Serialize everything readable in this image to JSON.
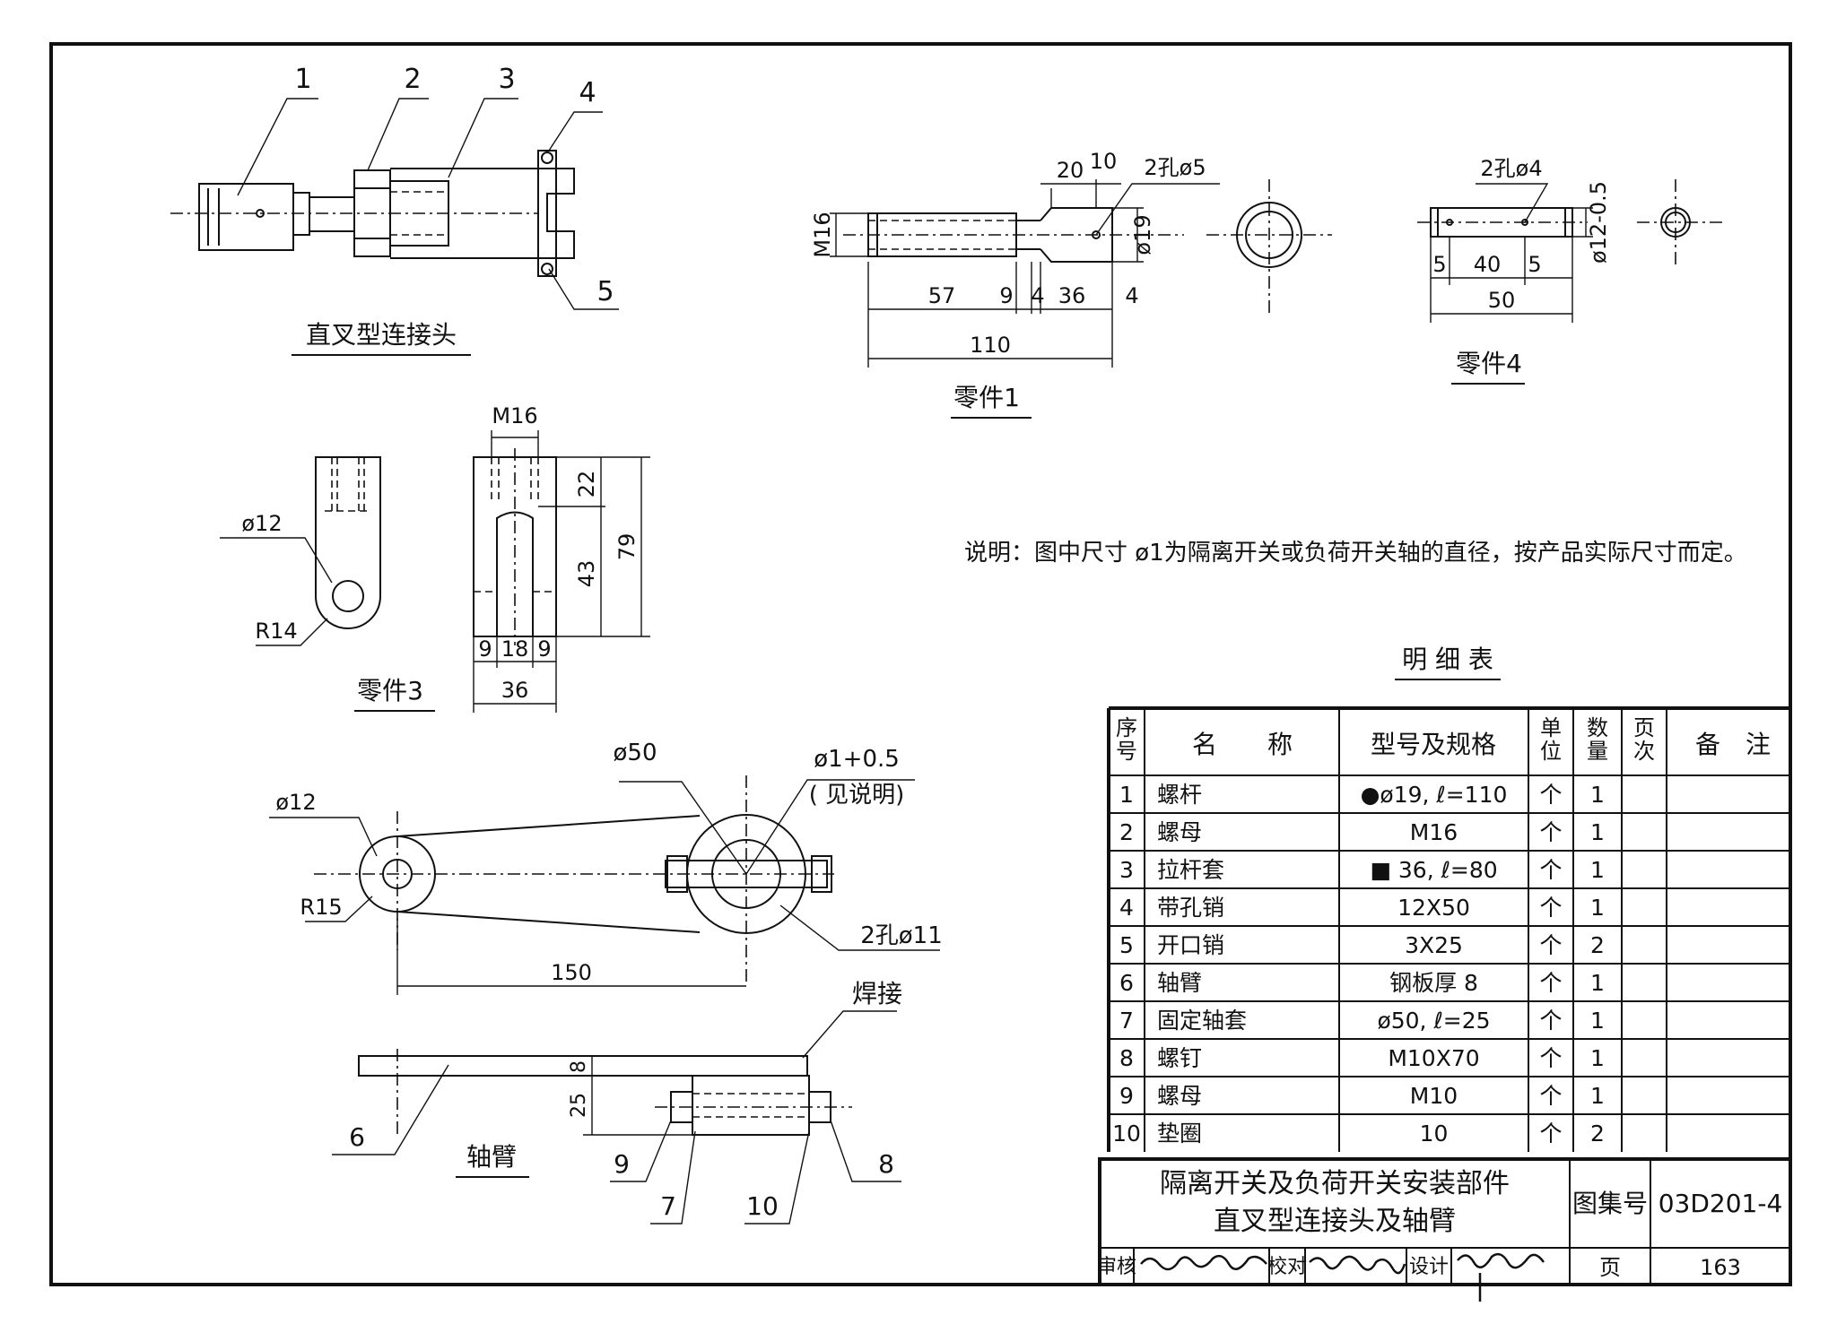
{
  "views": {
    "assembly": {
      "title": "直叉型连接头",
      "callouts": [
        "1",
        "2",
        "3",
        "4",
        "5"
      ]
    },
    "part1": {
      "title": "零件1",
      "thread": "M16",
      "d20": "20",
      "d10": "10",
      "holes": "2孔ø5",
      "dia": "ø19",
      "d57": "57",
      "d9": "9",
      "d4a": "4",
      "d36": "36",
      "d4b": "4",
      "d110": "110"
    },
    "part4": {
      "title": "零件4",
      "holes": "2孔ø4",
      "dia": "ø12-0.5",
      "d5a": "5",
      "d40": "40",
      "d5b": "5",
      "d50": "50"
    },
    "part3": {
      "title": "零件3",
      "thread": "M16",
      "hole": "ø12",
      "radius": "R14",
      "d22": "22",
      "d43": "43",
      "d79": "79",
      "d9a": "9",
      "d18": "18",
      "d9b": "9",
      "d36": "36"
    },
    "arm": {
      "title": "轴臂",
      "hole": "ø12",
      "radius": "R15",
      "collar": "ø50",
      "shaft": "ø1+0.5",
      "shaft_note": "( 见说明)",
      "bolt_holes": "2孔ø11",
      "d150": "150",
      "weld": "焊接",
      "d8": "8",
      "d25": "25",
      "callouts": [
        "6",
        "7",
        "8",
        "9",
        "10"
      ]
    }
  },
  "note": "说明：图中尺寸 ø1为隔离开关或负荷开关轴的直径，按产品实际尺寸而定。",
  "bom": {
    "title": "明 细 表",
    "headers": {
      "no": "序号",
      "name": "名　　称",
      "spec": "型号及规格",
      "unit": "单位",
      "qty": "数量",
      "page": "页次",
      "remark": "备　注"
    },
    "rows": [
      {
        "no": "1",
        "name": "螺杆",
        "spec": "●ø19, ℓ=110",
        "unit": "个",
        "qty": "1"
      },
      {
        "no": "2",
        "name": "螺母",
        "spec": "M16",
        "unit": "个",
        "qty": "1"
      },
      {
        "no": "3",
        "name": "拉杆套",
        "spec": "■ 36, ℓ=80",
        "unit": "个",
        "qty": "1"
      },
      {
        "no": "4",
        "name": "带孔销",
        "spec": "12X50",
        "unit": "个",
        "qty": "1"
      },
      {
        "no": "5",
        "name": "开口销",
        "spec": "3X25",
        "unit": "个",
        "qty": "2"
      },
      {
        "no": "6",
        "name": "轴臂",
        "spec": "钢板厚 8",
        "unit": "个",
        "qty": "1"
      },
      {
        "no": "7",
        "name": "固定轴套",
        "spec": "ø50, ℓ=25",
        "unit": "个",
        "qty": "1"
      },
      {
        "no": "8",
        "name": "螺钉",
        "spec": "M10X70",
        "unit": "个",
        "qty": "1"
      },
      {
        "no": "9",
        "name": "螺母",
        "spec": "M10",
        "unit": "个",
        "qty": "1"
      },
      {
        "no": "10",
        "name": "垫圈",
        "spec": "10",
        "unit": "个",
        "qty": "2"
      }
    ]
  },
  "title_block": {
    "title_line1": "隔离开关及负荷开关安装部件",
    "title_line2": "直叉型连接头及轴臂",
    "atlas_label": "图集号",
    "atlas_no": "03D201-4",
    "review_label": "审核",
    "check_label": "校对",
    "design_label": "设计",
    "page_label": "页",
    "page_no": "163"
  }
}
